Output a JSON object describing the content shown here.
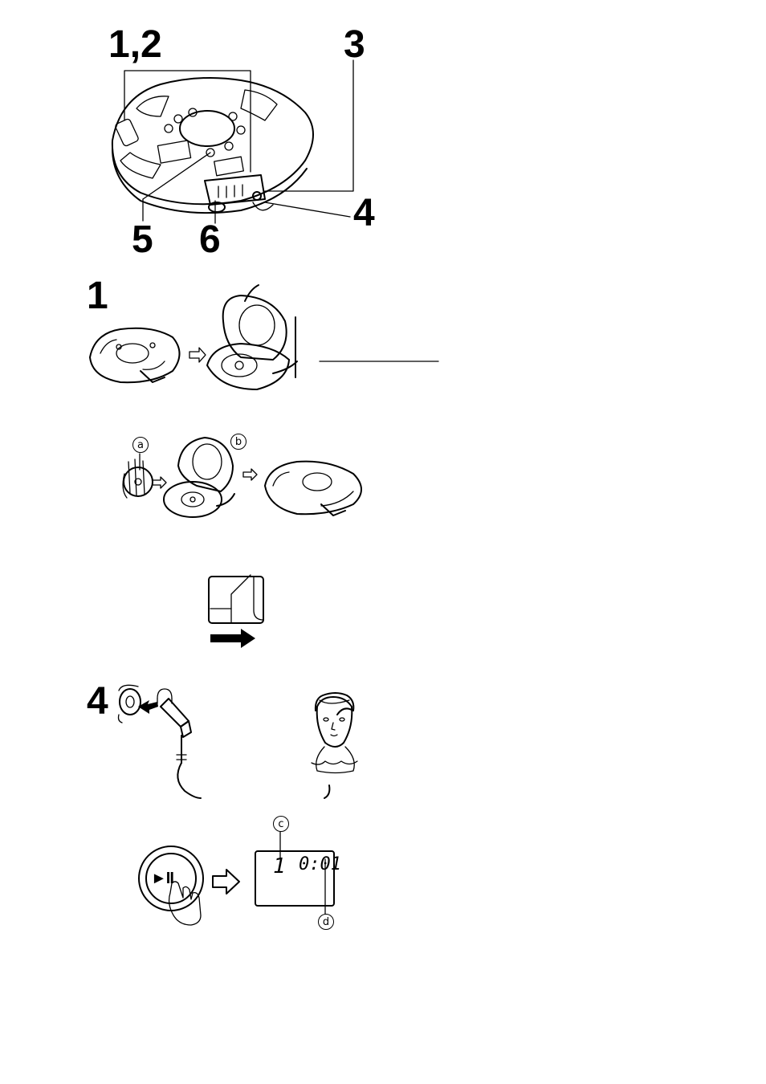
{
  "overview": {
    "labels": {
      "l12": "1,2",
      "l3": "3",
      "l4": "4",
      "l5": "5",
      "l6": "6"
    }
  },
  "step1": {
    "number": "1",
    "callouts": {
      "a": "a",
      "b": "b"
    }
  },
  "step4": {
    "number": "4"
  },
  "play": {
    "button_symbol": "►II",
    "display": {
      "track": "1",
      "time": "0:01"
    },
    "callouts": {
      "c": "c",
      "d": "d"
    }
  }
}
